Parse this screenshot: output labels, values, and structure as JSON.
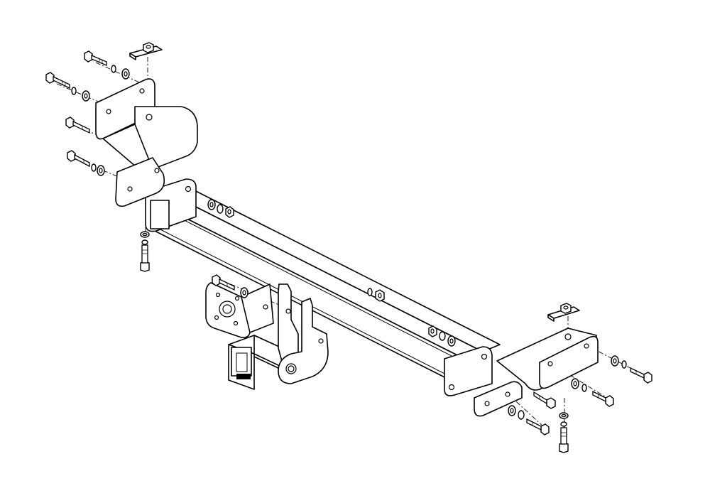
{
  "diagram": {
    "kind": "exploded assembly drawing",
    "components": [
      "receiver-crossbar",
      "hitch-receiver",
      "socket-bracket",
      "left-mounting-bracket",
      "right-mounting-bracket",
      "bolts",
      "washers",
      "nuts",
      "spacer-plates"
    ]
  },
  "colors": {
    "line": "#000000",
    "background": "#ffffff"
  }
}
